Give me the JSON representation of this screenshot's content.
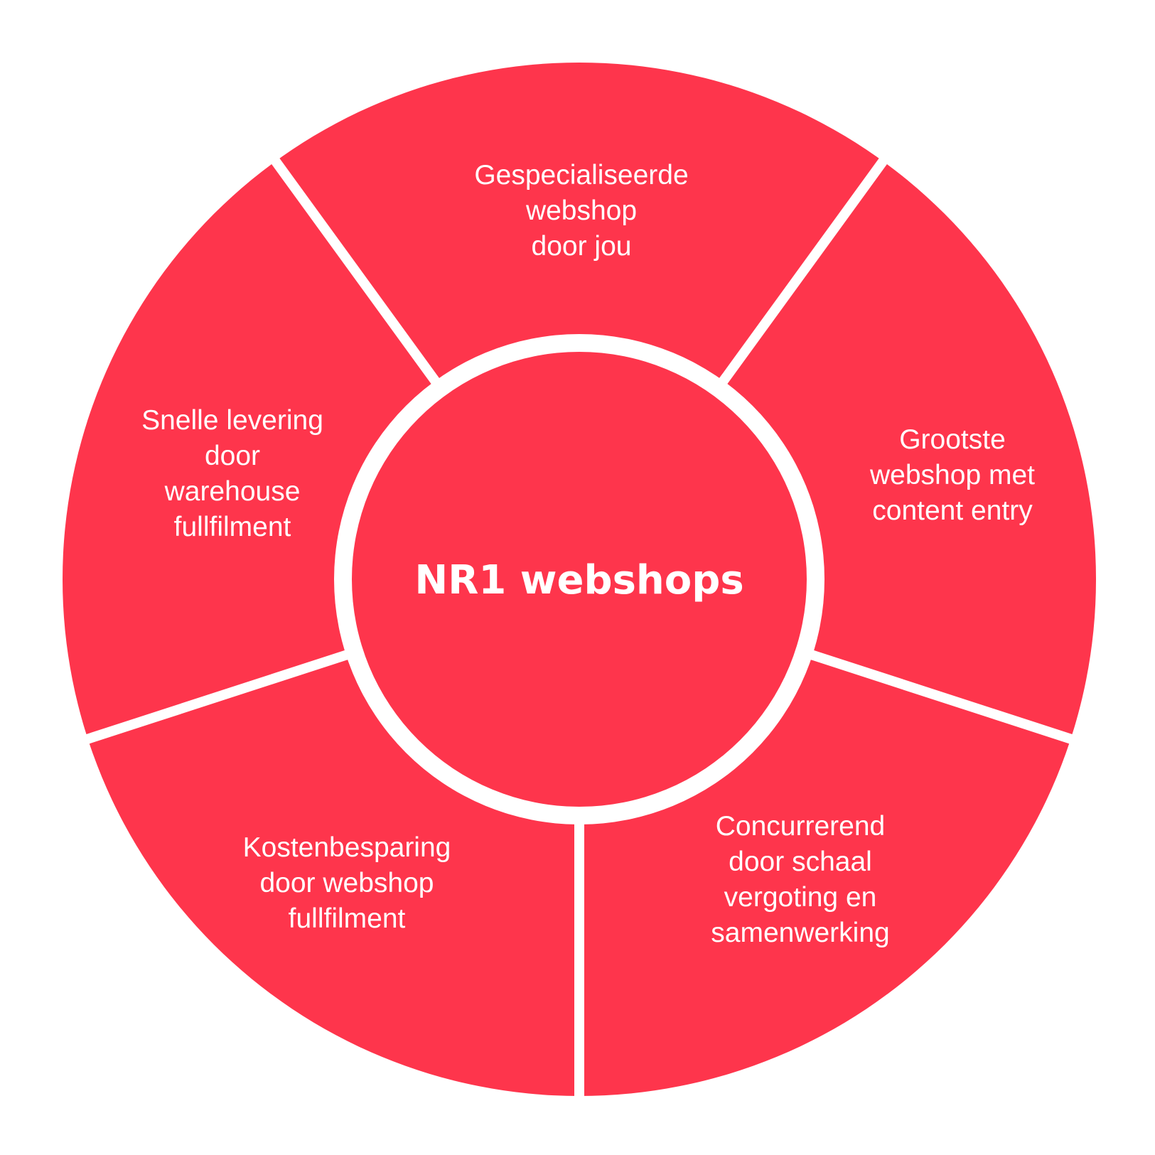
{
  "colors": {
    "segment_fill": "#fe354c",
    "center_fill": "#fe354c",
    "separator": "#ffffff",
    "text": "#ffffff",
    "background": "#ffffff"
  },
  "center": {
    "title": "NR1 webshops"
  },
  "segments": [
    {
      "lines": [
        "Gespecialiseerde",
        "webshop",
        "door jou"
      ]
    },
    {
      "lines": [
        "Grootste",
        "webshop met",
        "content entry"
      ]
    },
    {
      "lines": [
        "Concurrerend",
        "door schaal",
        "vergoting en",
        "samenwerking"
      ]
    },
    {
      "lines": [
        "Kostenbesparing",
        "door webshop",
        "fullfilment"
      ]
    },
    {
      "lines": [
        "Snelle levering",
        "door",
        "warehouse",
        "fullfilment"
      ]
    }
  ]
}
